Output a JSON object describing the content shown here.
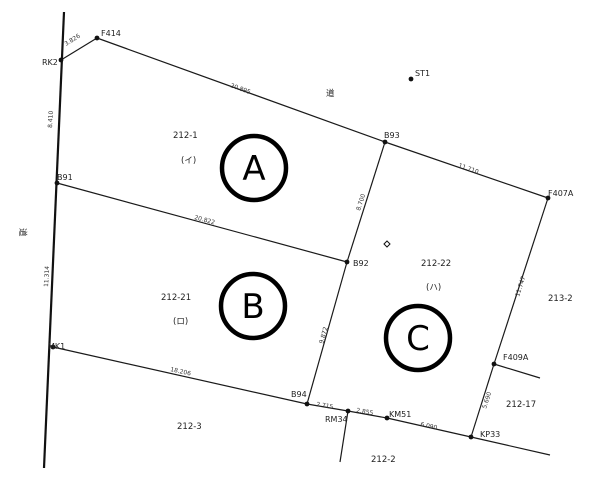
{
  "points": {
    "rk2": "RK2",
    "f414": "F414",
    "b93": "B93",
    "f407a": "F407A",
    "b91": "B91",
    "b92": "B92",
    "mk1": "MK1",
    "b94": "B94",
    "rm34": "RM34",
    "km51": "KM51",
    "kp33": "KP33",
    "f409a": "F409A",
    "st1": "ST1"
  },
  "dimensions": {
    "rk2_f414": "3.826",
    "f414_b93": "20.895",
    "b93_f407a": "11.710",
    "rk2_b91": "8.410",
    "b91_b92": "20.822",
    "b93_b92": "8.700",
    "b91_mk1": "11.314",
    "b92_b94": "9.872",
    "mk1_b94": "18.206",
    "b94_rm34": "2.715",
    "rm34_km51": "2.855",
    "km51_kp33": "6.090",
    "f407a_f409a": "11.747",
    "f409a_kp33": "5.690"
  },
  "roads": {
    "north": "道",
    "west": "道"
  },
  "lots": {
    "lot_212_1": "212-1",
    "lot_212_1_kana": "(イ)",
    "lot_212_21": "212-21",
    "lot_212_21_kana": "(ロ)",
    "lot_212_22": "212-22",
    "lot_212_22_kana": "(ハ)",
    "lot_213_2": "213-2",
    "lot_212_17": "212-17",
    "lot_212_3": "212-3",
    "lot_212_2": "212-2"
  },
  "sections": {
    "a": "A",
    "b": "B",
    "c": "C"
  }
}
